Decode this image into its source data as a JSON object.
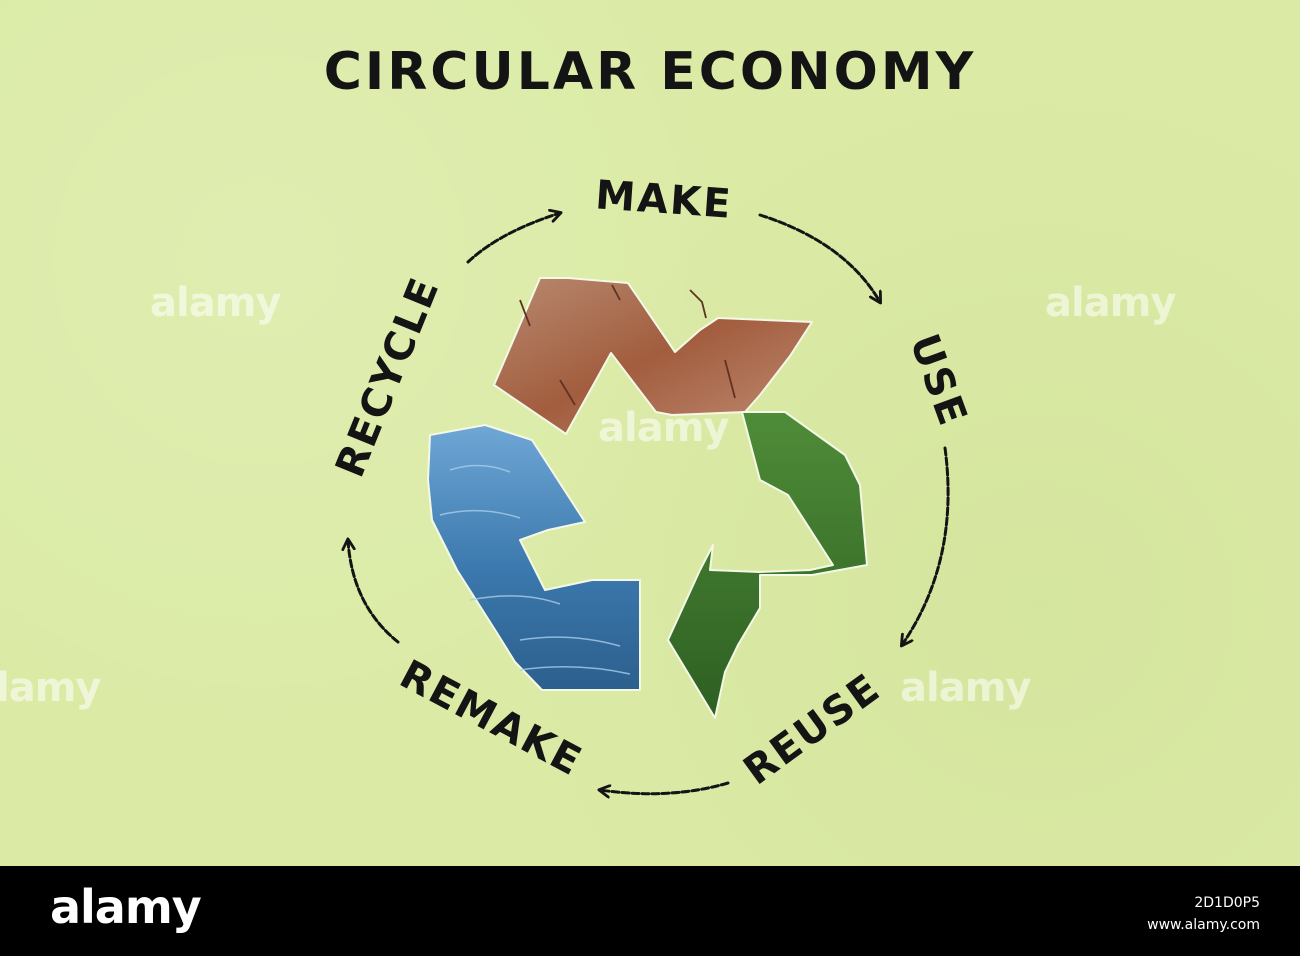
{
  "title": "CIRCULAR ECONOMY",
  "stages": {
    "make": "MAKE",
    "use": "USE",
    "reuse": "REUSE",
    "remake": "REMAKE",
    "recycle": "RECYCLE"
  },
  "recycle_symbol": {
    "icon": "recycle-icon",
    "segments": [
      {
        "texture": "cracked-earth",
        "color": "#a9684c"
      },
      {
        "texture": "clover-leaves",
        "color": "#3f7a2f"
      },
      {
        "texture": "water",
        "color": "#3f7fb4"
      }
    ]
  },
  "colors": {
    "background": "#dbeba6",
    "ink": "#141414"
  },
  "watermark": {
    "text": "alamy",
    "footer_logo": "alamy",
    "image_id": "2D1D0P5",
    "site": "www.alamy.com"
  }
}
